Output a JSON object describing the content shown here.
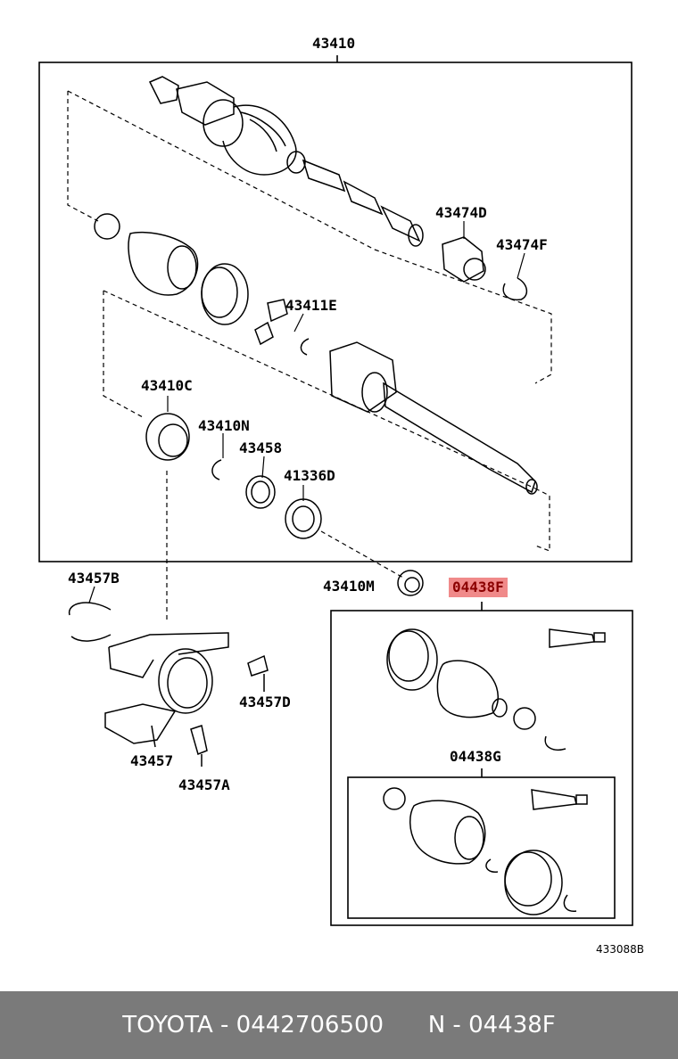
{
  "labels": {
    "assembly": "43410",
    "p43474D": "43474D",
    "p43474F": "43474F",
    "p43411E": "43411E",
    "p43410C": "43410C",
    "p43410N": "43410N",
    "p43458": "43458",
    "p41336D": "41336D",
    "p43410M": "43410M",
    "p04438F": "04438F",
    "p43457B": "43457B",
    "p43457D": "43457D",
    "p43457": "43457",
    "p43457A": "43457A",
    "p04438G": "04438G"
  },
  "figure_code": "433088B",
  "footer": {
    "brand": "TOYOTA",
    "separator": " - ",
    "part_number": "0442706500",
    "ref_prefix": "N",
    "ref_code": "04438F"
  },
  "colors": {
    "highlight": "#f08a8a",
    "footer_bg": "#7a7a7a",
    "footer_text": "#ffffff"
  }
}
